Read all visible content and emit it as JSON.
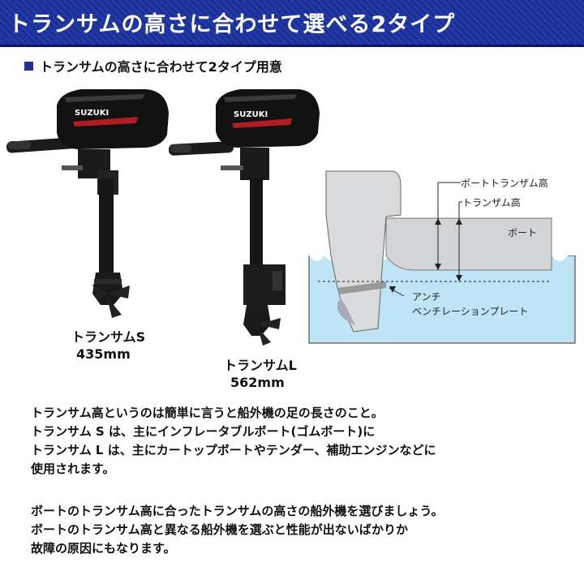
{
  "banner": {
    "title": "トランサムの高さに合わせて選べる2タイプ"
  },
  "subhead": {
    "text": "トランサムの高さに合わせて2タイプ用意"
  },
  "motors": [
    {
      "brand": "SUZUKI",
      "name": "トランサムS",
      "length": "435mm"
    },
    {
      "brand": "SUZUKI",
      "name": "トランサムL",
      "length": "562mm"
    }
  ],
  "diagram": {
    "boat_transom_label": "ボートトランザム高",
    "transom_label": "トランザム高",
    "boat_label": "ボート",
    "plate_label_1": "アンチ",
    "plate_label_2": "ベンチレーションプレート"
  },
  "description": {
    "p1": [
      "トランサム高というのは簡単に言うと船外機の足の長さのこと。",
      "トランサム S は、主にインフレータブルボート(ゴムボート)に",
      "トランサム L は、主にカートップボートやテンダー、補助エンジンなどに",
      "使用されます。"
    ],
    "p2": [
      "ボートのトランサム高に合ったトランサムの高さの船外機を選びましょう。",
      "ボートのトランサム高と異なる船外機を選ぶと性能が出ないばかりか",
      "故障の原因にもなります。"
    ]
  },
  "colors": {
    "banner": "#1c2f93",
    "water": "#bfe4f5",
    "hull": "#d2d4d6"
  }
}
